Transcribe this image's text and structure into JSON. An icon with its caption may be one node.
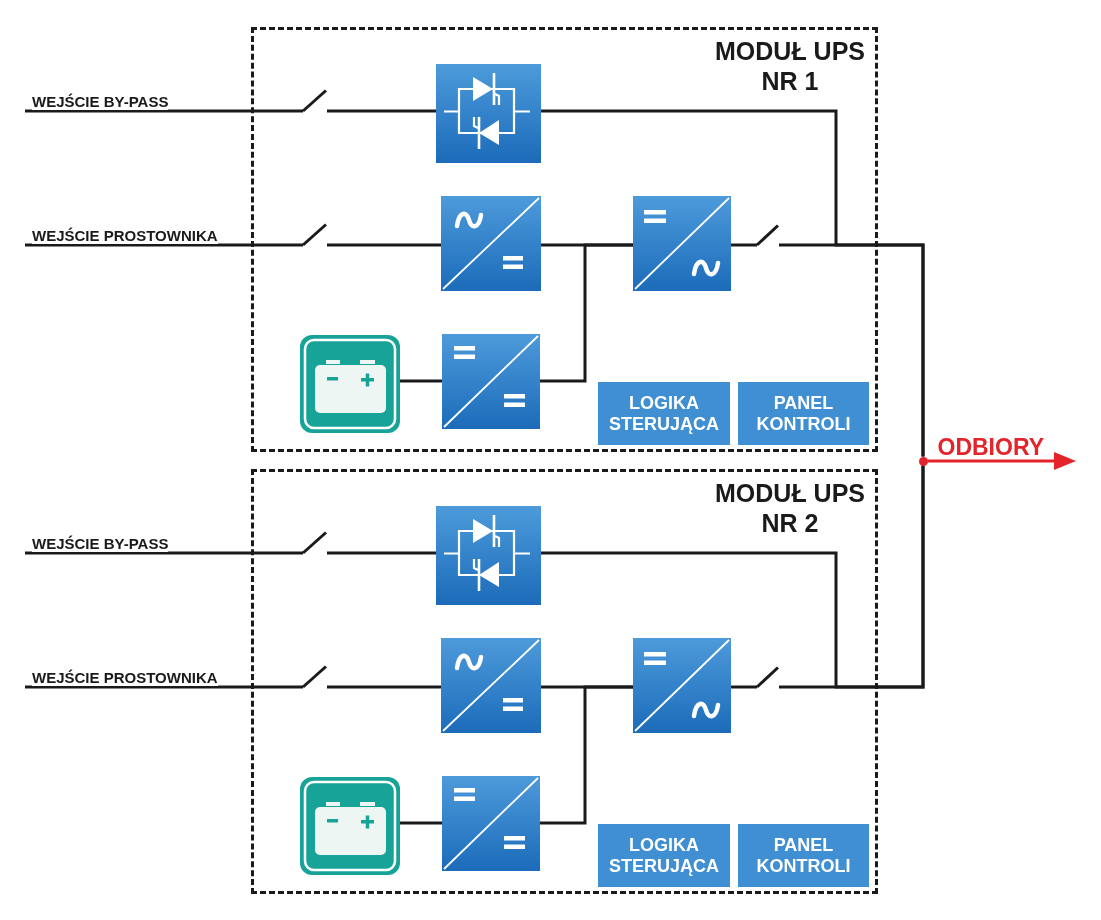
{
  "diagram": {
    "nodes": [
      {
        "text": [
          "MODUŁ UPS NR 1"
        ]
      },
      {
        "text": [],
        "shape": "switch",
        "in": 0
      },
      {
        "text": [],
        "shape": "box",
        "in": 0
      },
      {
        "text": [],
        "shape": "switch",
        "in": 0
      },
      {
        "text": [],
        "shape": "box",
        "in": 0
      },
      {
        "text": [],
        "shape": "box",
        "in": 0
      },
      {
        "text": [],
        "shape": "switch",
        "in": 0
      },
      {
        "text": [],
        "shape": "battery",
        "in": 0
      },
      {
        "text": [],
        "shape": "box",
        "in": 0
      },
      {
        "text": [
          "LOGIKA STERUJĄCA"
        ],
        "in": 0
      },
      {
        "text": [
          "PANEL KONTROLI"
        ],
        "in": 0
      },
      {
        "text": [
          "MODUŁ UPS NR 2"
        ]
      },
      {
        "text": [],
        "shape": "switch",
        "in": 11
      },
      {
        "text": [],
        "shape": "box",
        "in": 11
      },
      {
        "text": [],
        "shape": "switch",
        "in": 11
      },
      {
        "text": [],
        "shape": "box",
        "in": 11
      },
      {
        "text": [],
        "shape": "box",
        "in": 11
      },
      {
        "text": [],
        "shape": "switch",
        "in": 11
      },
      {
        "text": [],
        "shape": "battery",
        "in": 11
      },
      {
        "text": [],
        "shape": "box",
        "in": 11
      },
      {
        "text": [
          "LOGIKA STERUJĄCA"
        ],
        "in": 11
      },
      {
        "text": [
          "PANEL KONTROLI"
        ],
        "in": 11
      },
      {
        "text": [],
        "shape": "circle"
      }
    ],
    "edges": [
      {
        "from": null,
        "to": 1,
        "arrow": "none",
        "label": "WEJŚCIE BY-PASS"
      },
      {
        "from": 1,
        "to": 2,
        "arrow": "none"
      },
      {
        "from": 2,
        "to": 22,
        "arrow": "none"
      },
      {
        "from": null,
        "to": 3,
        "arrow": "none",
        "label": "WEJŚCIE PROSTOWNIKA"
      },
      {
        "from": 3,
        "to": 4,
        "arrow": "none"
      },
      {
        "from": 4,
        "to": 5,
        "arrow": "none"
      },
      {
        "from": 7,
        "to": 8,
        "arrow": "none"
      },
      {
        "from": 8,
        "to": 5,
        "arrow": "none"
      },
      {
        "from": 5,
        "to": 6,
        "arrow": "none"
      },
      {
        "from": 6,
        "to": 22,
        "arrow": "none"
      },
      {
        "from": null,
        "to": 12,
        "arrow": "none",
        "label": "WEJŚCIE BY-PASS"
      },
      {
        "from": 12,
        "to": 13,
        "arrow": "none"
      },
      {
        "from": 13,
        "to": 22,
        "arrow": "none"
      },
      {
        "from": null,
        "to": 14,
        "arrow": "none",
        "label": "WEJŚCIE PROSTOWNIKA"
      },
      {
        "from": 14,
        "to": 15,
        "arrow": "none"
      },
      {
        "from": 15,
        "to": 16,
        "arrow": "none"
      },
      {
        "from": 18,
        "to": 19,
        "arrow": "none"
      },
      {
        "from": 19,
        "to": 16,
        "arrow": "none"
      },
      {
        "from": 16,
        "to": 17,
        "arrow": "none"
      },
      {
        "from": 17,
        "to": 22,
        "arrow": "none"
      },
      {
        "from": 22,
        "to": null,
        "arrow": "to",
        "label": "ODBIORY",
        "color": "#e3242b"
      }
    ]
  }
}
